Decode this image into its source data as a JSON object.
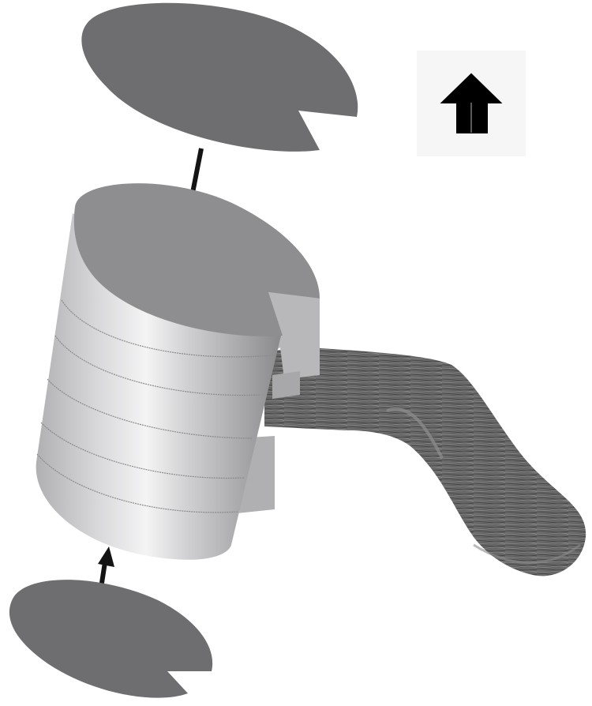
{
  "figure": {
    "description_free": true,
    "parts": [
      {
        "name": "top-disc",
        "color": "#6e6e70"
      },
      {
        "name": "bottom-disc",
        "color": "#6e6e70"
      },
      {
        "name": "cylinder",
        "color": "#c4c4c6"
      },
      {
        "name": "wood-handle",
        "color": "#6a6a6a"
      }
    ],
    "arrows": [
      {
        "name": "arrow-down-to-top",
        "direction": "down"
      },
      {
        "name": "arrow-up-to-bottom",
        "direction": "up"
      }
    ],
    "indicator": {
      "icon": "up-arrow-icon",
      "color": "#000000",
      "background": "#f6f6f6"
    }
  }
}
